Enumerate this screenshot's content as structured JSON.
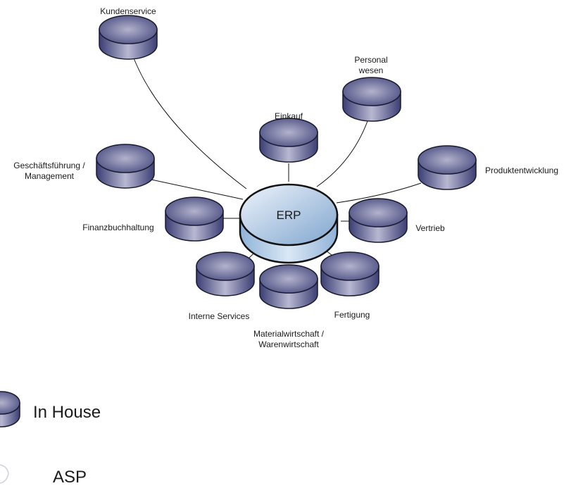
{
  "diagram": {
    "center": {
      "label": "ERP"
    },
    "nodes": [
      {
        "id": "kundenservice",
        "lines": [
          "Kundenservice"
        ]
      },
      {
        "id": "personalwesen",
        "lines": [
          "Personal",
          "wesen"
        ]
      },
      {
        "id": "einkauf",
        "lines": [
          "Einkauf"
        ]
      },
      {
        "id": "geschaeftsfuehrung",
        "lines": [
          "Geschäftsführung /",
          "Management"
        ]
      },
      {
        "id": "produktentwicklung",
        "lines": [
          "Produktentwicklung"
        ]
      },
      {
        "id": "finanzbuchhaltung",
        "lines": [
          "Finanzbuchhaltung"
        ]
      },
      {
        "id": "vertrieb",
        "lines": [
          "Vertrieb"
        ]
      },
      {
        "id": "interne-services",
        "lines": [
          "Interne Services"
        ]
      },
      {
        "id": "materialwirtschaft",
        "lines": [
          "Materialwirtschaft /",
          "Warenwirtschaft"
        ]
      },
      {
        "id": "fertigung",
        "lines": [
          "Fertigung"
        ]
      }
    ]
  },
  "legend": {
    "items": [
      {
        "label": "In House"
      },
      {
        "label": "ASP"
      }
    ]
  },
  "colors": {
    "node_dark": "#3b3e74",
    "node_light": "#b8b8d2",
    "center_light": "#eef4fb",
    "center_dark": "#7fa5cf"
  }
}
